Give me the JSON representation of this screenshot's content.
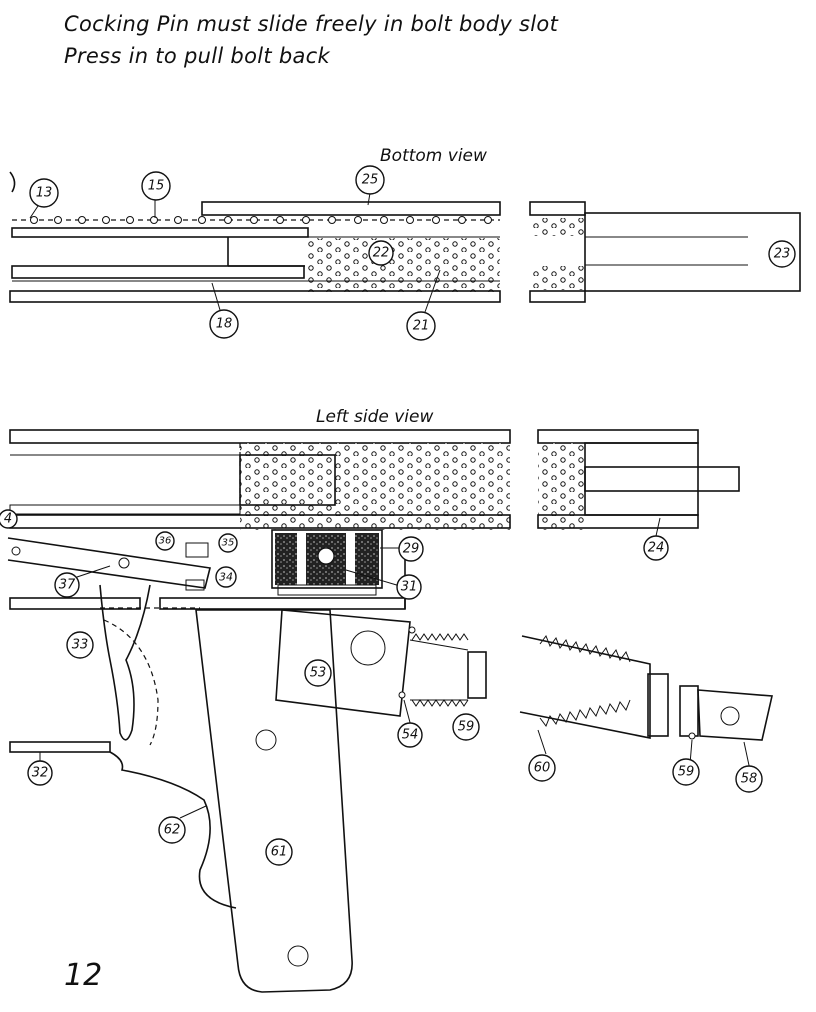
{
  "notes": {
    "line1": "Cocking Pin must slide freely in bolt body slot",
    "line2": "Press in to pull bolt back"
  },
  "views": {
    "bottom": "Bottom view",
    "left": "Left side view"
  },
  "callouts": [
    "13",
    "15",
    "25",
    "22",
    "23",
    "18",
    "21",
    "4",
    "36",
    "35",
    "29",
    "37",
    "34",
    "31",
    "24",
    "33",
    "53",
    "59",
    "54",
    "32",
    "60",
    "58",
    "62",
    "61"
  ],
  "page_number": "12"
}
